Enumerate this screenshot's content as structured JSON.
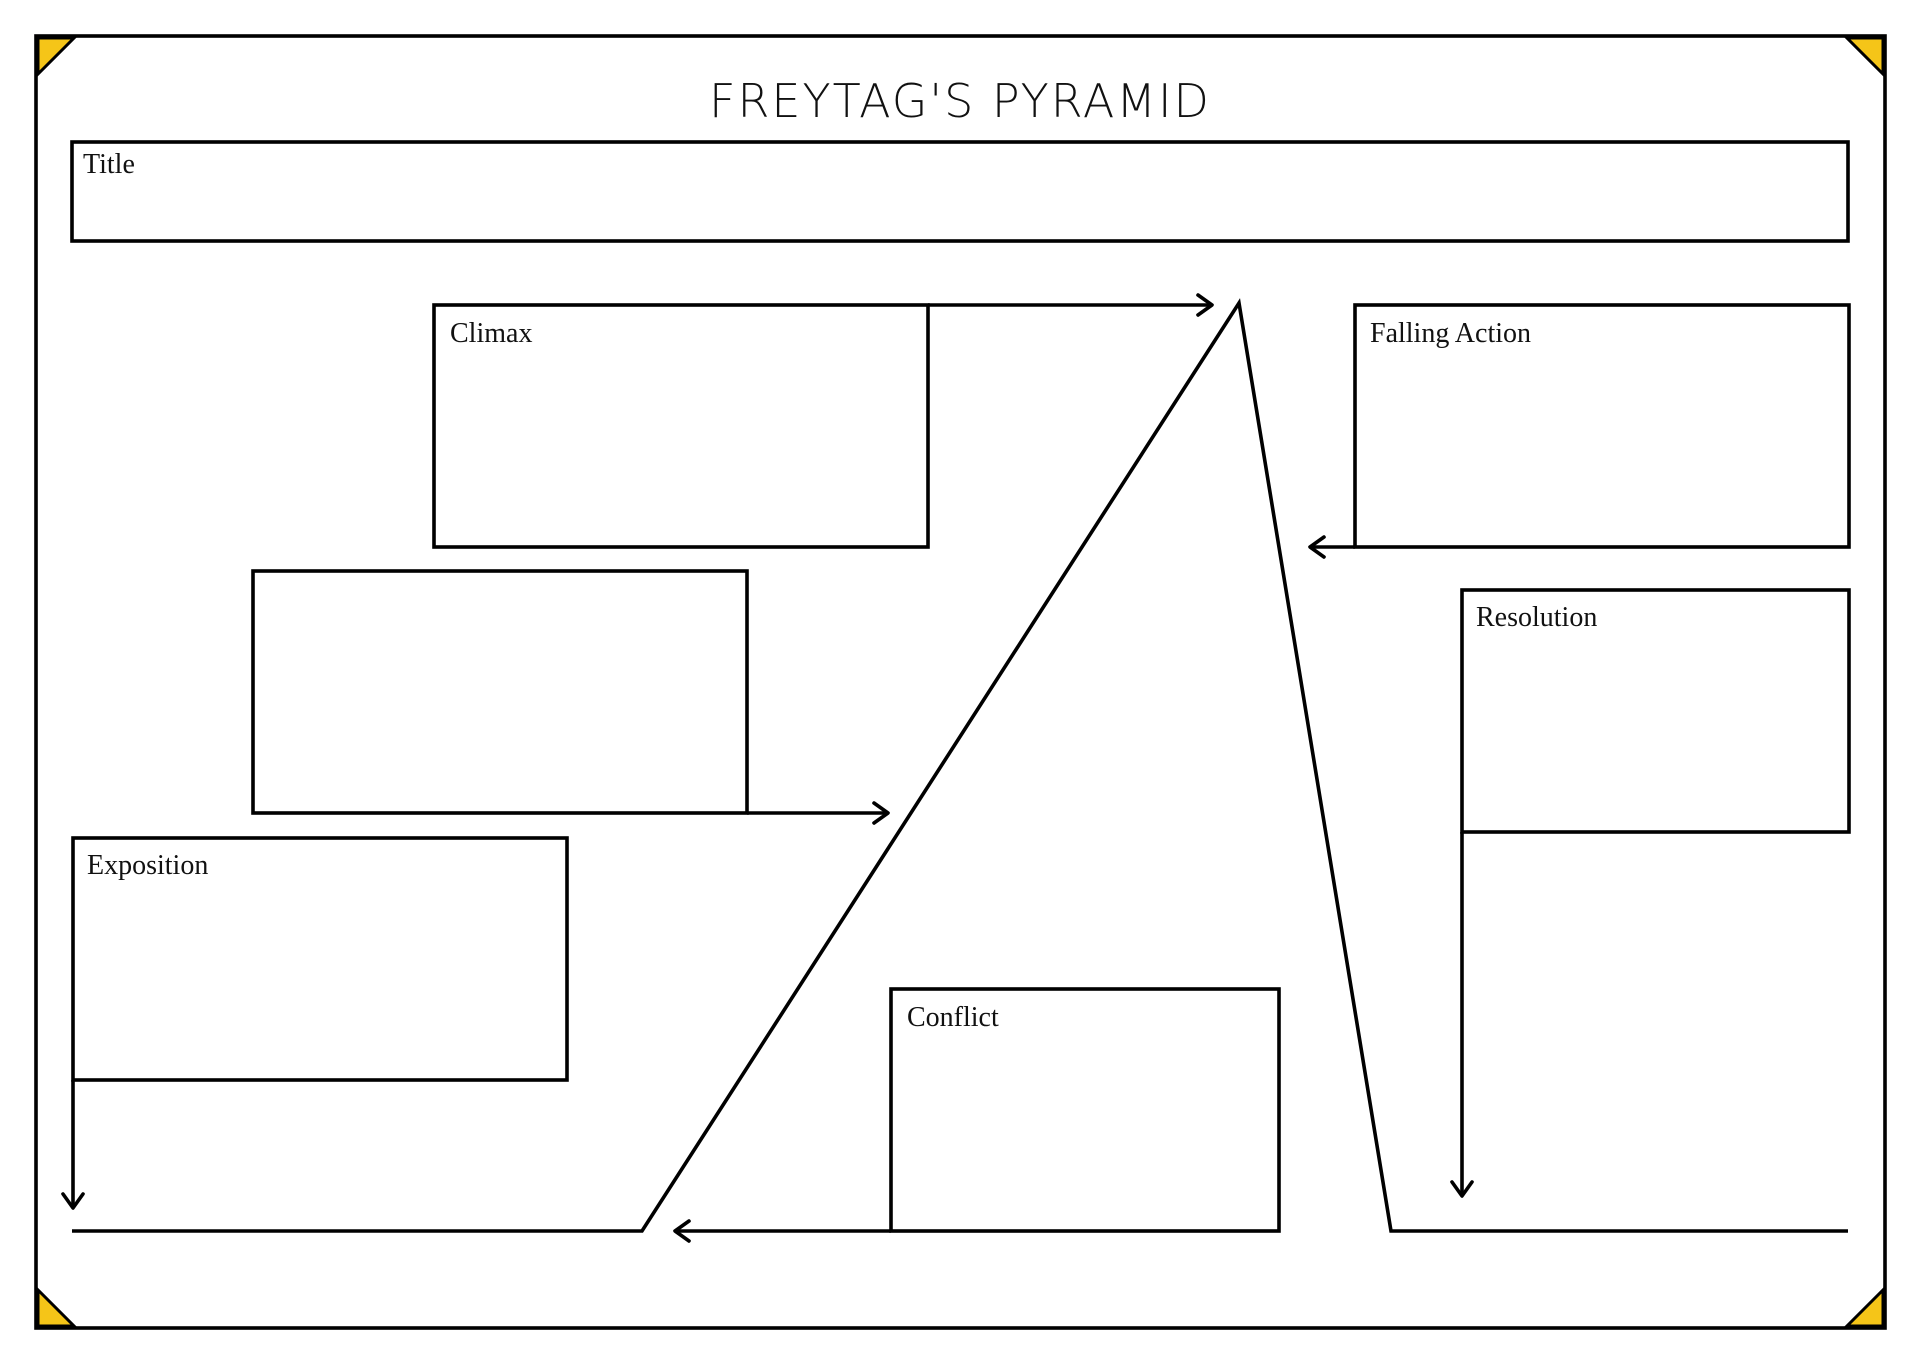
{
  "title": "FREYTAG'S PYRAMID",
  "boxes": {
    "title_box": "Title",
    "climax": "Climax",
    "rising_action": "",
    "exposition": "Exposition",
    "conflict": "Conflict",
    "falling_action": "Falling Action",
    "resolution": "Resolution"
  },
  "colors": {
    "border": "#000000",
    "corner_accent": "#F5C518",
    "background": "#FFFFFF"
  }
}
